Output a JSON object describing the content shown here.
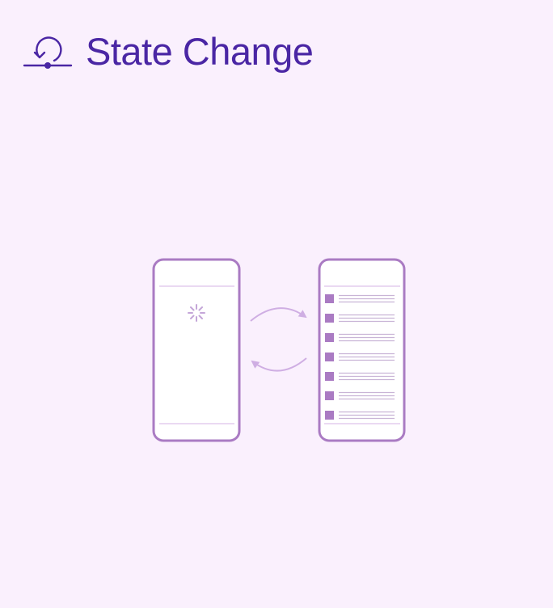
{
  "header": {
    "title": "State Change",
    "icon": "state-change-loop-icon"
  },
  "colors": {
    "background": "#faf0fd",
    "title": "#4a26a4",
    "phone_stroke": "#aa7bc3",
    "phone_fill": "#ffffff",
    "divider": "#ead9f2",
    "arrow": "#cfaee3",
    "list_square": "#aa7bc3",
    "list_line": "#c9b4d6",
    "spinner": "#c4a6d8"
  },
  "diagram": {
    "left_screen": {
      "state": "loading",
      "icon": "loading-spinner-icon"
    },
    "right_screen": {
      "state": "loaded-list",
      "item_count": 7
    },
    "arrows": [
      "arrow-right-icon",
      "arrow-left-icon"
    ]
  }
}
